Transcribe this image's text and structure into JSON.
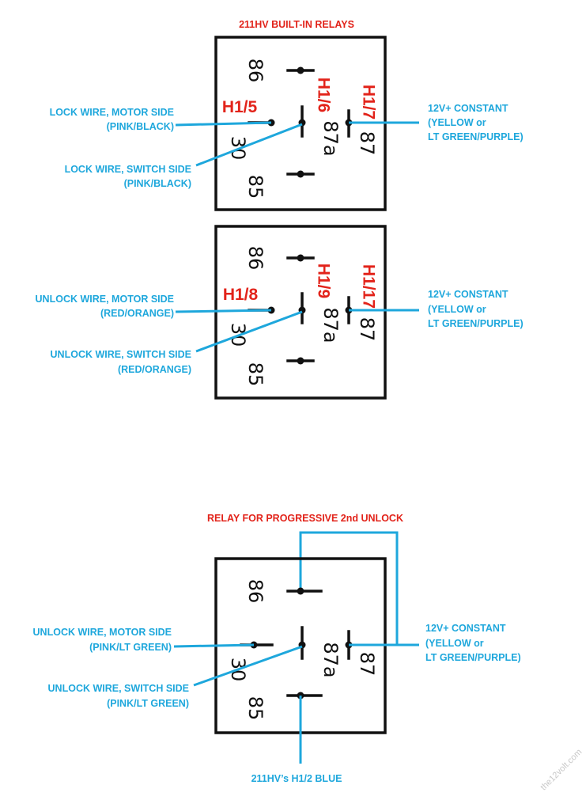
{
  "relay1": {
    "title": "211HV BUILT-IN RELAYS",
    "pins": {
      "p86": "86",
      "p30": "30",
      "p87a": "87a",
      "p87": "87",
      "p85": "85"
    },
    "hlabels": {
      "h30": "H1/5",
      "h87a": "H1/6",
      "h87": "H1/7"
    },
    "motor": {
      "line1": "LOCK WIRE, MOTOR SIDE",
      "line2": "(PINK/BLACK)"
    },
    "switch": {
      "line1": "LOCK WIRE, SWITCH SIDE",
      "line2": "(PINK/BLACK)"
    },
    "constant": {
      "line1": "12V+ CONSTANT",
      "line2": "(YELLOW or",
      "line3": "LT GREEN/PURPLE)"
    }
  },
  "relay2": {
    "pins": {
      "p86": "86",
      "p30": "30",
      "p87a": "87a",
      "p87": "87",
      "p85": "85"
    },
    "hlabels": {
      "h30": "H1/8",
      "h87a": "H1/9",
      "h87": "H1/17"
    },
    "motor": {
      "line1": "UNLOCK WIRE, MOTOR SIDE",
      "line2": "(RED/ORANGE)"
    },
    "switch": {
      "line1": "UNLOCK WIRE, SWITCH SIDE",
      "line2": "(RED/ORANGE)"
    },
    "constant": {
      "line1": "12V+ CONSTANT",
      "line2": "(YELLOW or",
      "line3": "LT GREEN/PURPLE)"
    }
  },
  "relay3": {
    "title": "RELAY FOR PROGRESSIVE 2nd UNLOCK",
    "pins": {
      "p86": "86",
      "p30": "30",
      "p87a": "87a",
      "p87": "87",
      "p85": "85"
    },
    "motor": {
      "line1": "UNLOCK WIRE, MOTOR SIDE",
      "line2": "(PINK/LT GREEN)"
    },
    "switch": {
      "line1": "UNLOCK WIRE, SWITCH SIDE",
      "line2": "(PINK/LT GREEN)"
    },
    "constant": {
      "line1": "12V+ CONSTANT",
      "line2": "(YELLOW or",
      "line3": "LT GREEN/PURPLE)"
    },
    "bottom": "211HV’s H1/2 BLUE"
  },
  "watermark": "the12volt.com",
  "colors": {
    "wire": "#1ea7dc",
    "title": "#e2231a",
    "line": "#111111"
  }
}
